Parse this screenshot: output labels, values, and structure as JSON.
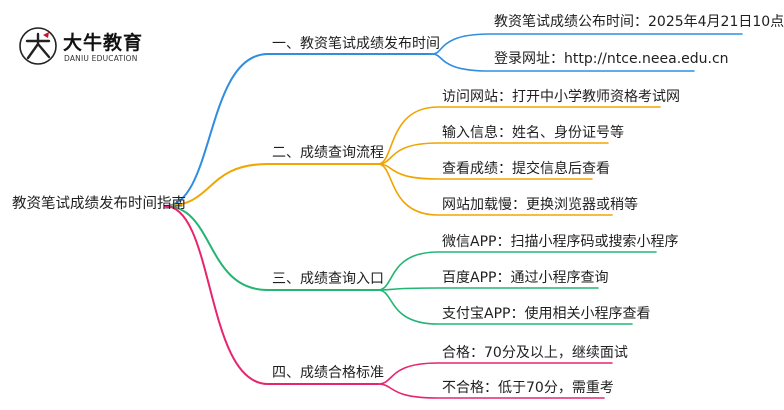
{
  "logo": {
    "name_cn": "大牛教育",
    "name_en": "DANIU EDUCATION",
    "brand_color": "#c8102e"
  },
  "root": {
    "label": "教资笔试成绩发布时间指南"
  },
  "branches": [
    {
      "label": "一、教资笔试成绩发布时间",
      "color": "#2f8ee0",
      "leaves": [
        "教资笔试成绩公布时间：2025年4月21日10点",
        "登录网址：http://ntce.neea.edu.cn"
      ]
    },
    {
      "label": "二、成绩查询流程",
      "color": "#f0a500",
      "leaves": [
        "访问网站：打开中小学教师资格考试网",
        "输入信息：姓名、身份证号等",
        "查看成绩：提交信息后查看",
        "网站加载慢：更换浏览器或稍等"
      ]
    },
    {
      "label": "三、成绩查询入口",
      "color": "#22b573",
      "leaves": [
        "微信APP：扫描小程序码或搜索小程序",
        "百度APP：通过小程序查询",
        "支付宝APP：使用相关小程序查看"
      ]
    },
    {
      "label": "四、成绩合格标准",
      "color": "#e8246e",
      "leaves": [
        "合格：70分及以上，继续面试",
        "不合格：低于70分，需重考"
      ]
    }
  ]
}
